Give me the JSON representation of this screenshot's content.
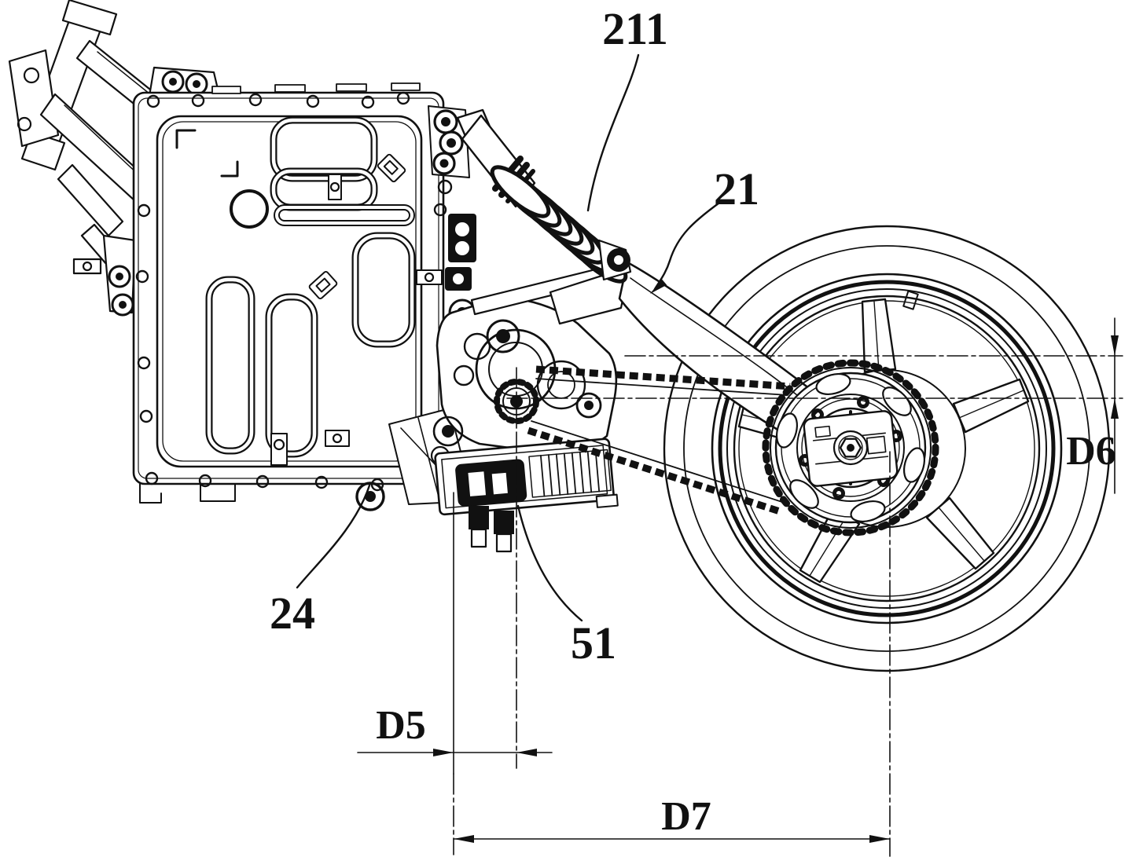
{
  "drawing": {
    "background": "#ffffff",
    "ink": "#111111",
    "reference_labels": {
      "r211": "211",
      "r21": "21",
      "r24": "24",
      "r51": "51"
    },
    "dimension_labels": {
      "d5": "D5",
      "d6": "D6",
      "d7": "D7"
    }
  }
}
